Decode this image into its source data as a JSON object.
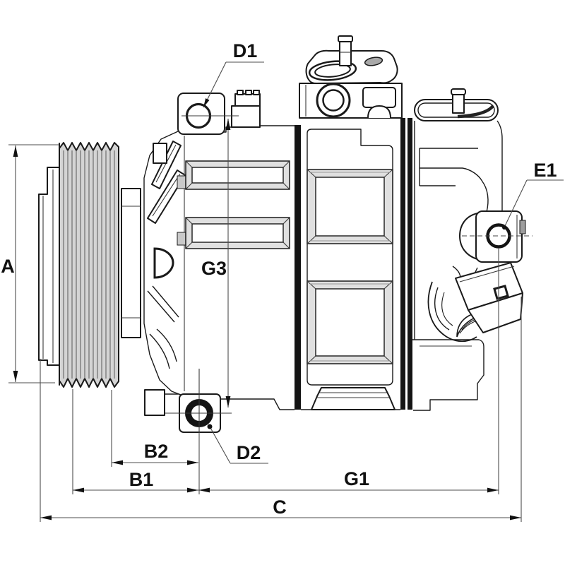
{
  "diagram": {
    "kind": "technical-line-drawing",
    "subject": "AC compressor side view with dimension callouts",
    "colors": {
      "background": "#ffffff",
      "line": "#1a1a1a",
      "dimension_line": "#4d4d4d",
      "pulley_fill": "#d4d4d4",
      "panel_fill": "#e0e0e0",
      "gasket_bar": "#141414"
    }
  },
  "labels": {
    "A": "A",
    "B1": "B1",
    "B2": "B2",
    "C": "C",
    "D1": "D1",
    "D2": "D2",
    "E1": "E1",
    "G1": "G1",
    "G3": "G3"
  }
}
